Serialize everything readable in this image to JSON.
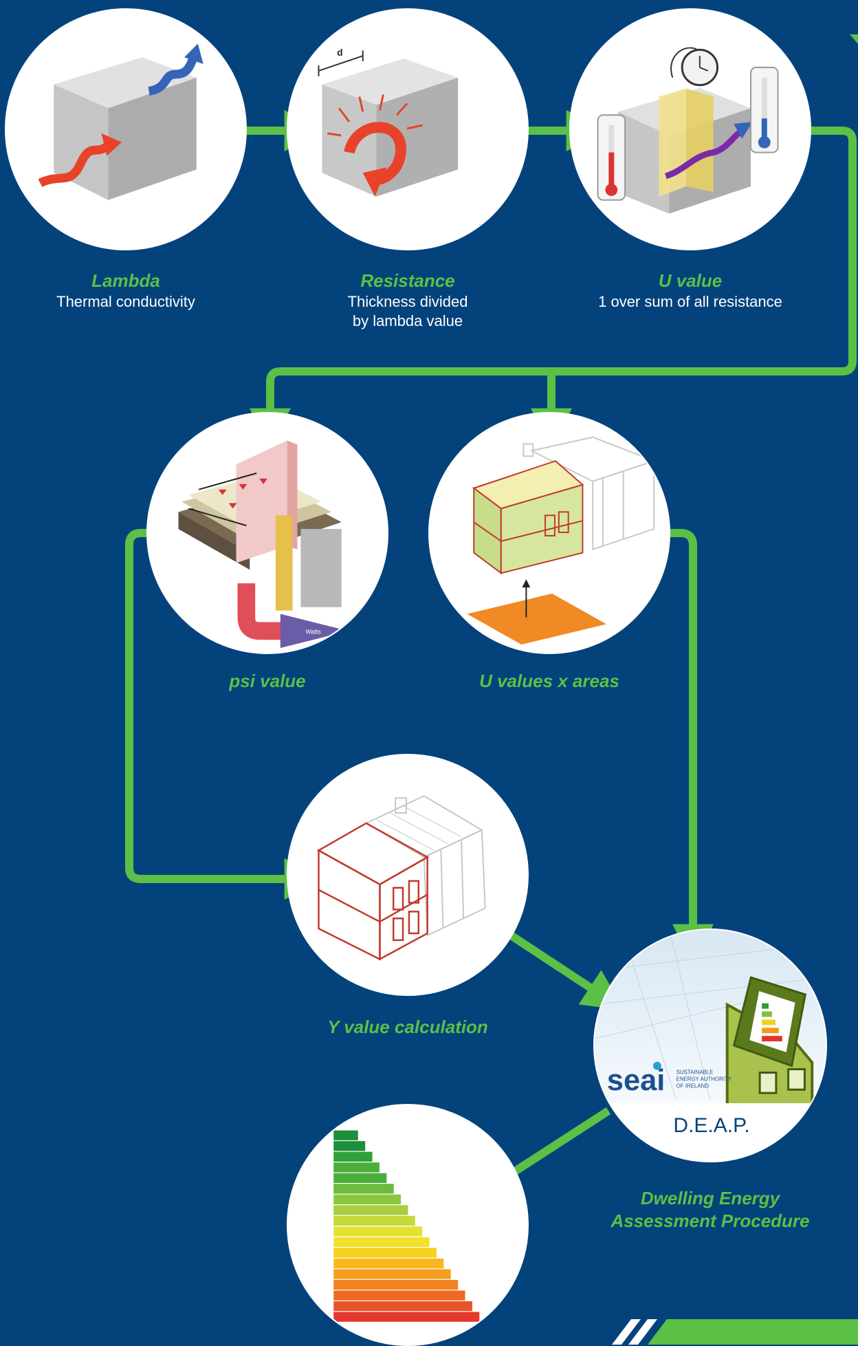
{
  "steps": {
    "lambda": {
      "title": "Lambda",
      "subtitle": "Thermal conductivity"
    },
    "resistance": {
      "title": "Resistance",
      "subtitle_line1": "Thickness divided",
      "subtitle_line2": "by lambda value"
    },
    "uvalue": {
      "title": "U value",
      "subtitle": "1 over sum of all resistance"
    },
    "psi": {
      "title": "psi value"
    },
    "uareas": {
      "title": "U values x areas"
    },
    "yvalue": {
      "title": "Y value calculation"
    },
    "deap": {
      "title_line1": "Dwelling Energy",
      "title_line2": "Assessment Procedure",
      "badge": "D.E.A.P."
    }
  },
  "images": {
    "resistance_dimension_label": "d",
    "psi_arrow_label": "Watts",
    "seai_logo_word": "seai",
    "seai_logo_tagline": [
      "SUSTAINABLE",
      "ENERGY AUTHORITY",
      "OF IRELAND"
    ]
  },
  "colors": {
    "background": "#04427c",
    "flow_arrow": "#5bc046",
    "caption_title": "#5bc046",
    "caption_text": "#ffffff"
  }
}
